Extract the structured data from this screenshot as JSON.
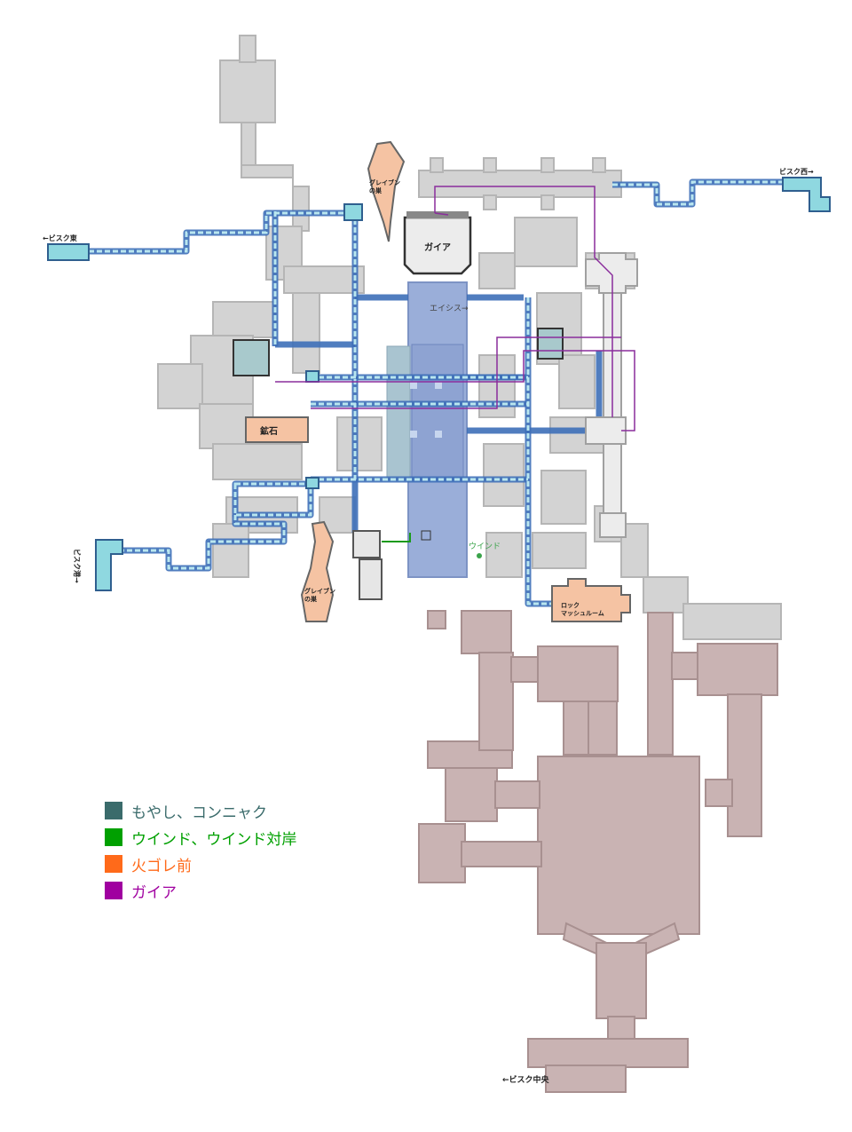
{
  "map": {
    "labels": {
      "east_exit": "←ビスク東",
      "west_exit": "ビスク西→",
      "north_exit": "ビスク港→",
      "center_exit": "←ビスク中央",
      "gaia": "ガイア",
      "ore": "鉱石",
      "aesis": "エイシス→",
      "wind": "ウインド",
      "griffin_nest_1": "グレイブン\nの巣",
      "griffin_nest_2": "グレイブン\nの巣",
      "rock_mushroom": "ロック\nマッシュルーム"
    },
    "colors": {
      "room_gray": "#d3d3d3",
      "room_dark": "#b8b8b8",
      "room_pink": "#c9b3b3",
      "room_pink_edge": "#a89090",
      "water": "#8fd8e0",
      "water_edge": "#2f5f8f",
      "blue_area": "#9aaed9",
      "teal_room": "#a8c9cc",
      "orange_room": "#f5c3a3",
      "route_blue": "#3d7fd4",
      "route_purple": "#8a2d9c",
      "route_green": "#1a9a1a"
    }
  },
  "legend": [
    {
      "label": "もやし、コンニャク",
      "color": "#3a6b6b"
    },
    {
      "label": "ウインド、ウインド対岸",
      "color": "#00a000"
    },
    {
      "label": "火ゴレ前",
      "color": "#ff6a1a"
    },
    {
      "label": "ガイア",
      "color": "#a000a0"
    }
  ]
}
